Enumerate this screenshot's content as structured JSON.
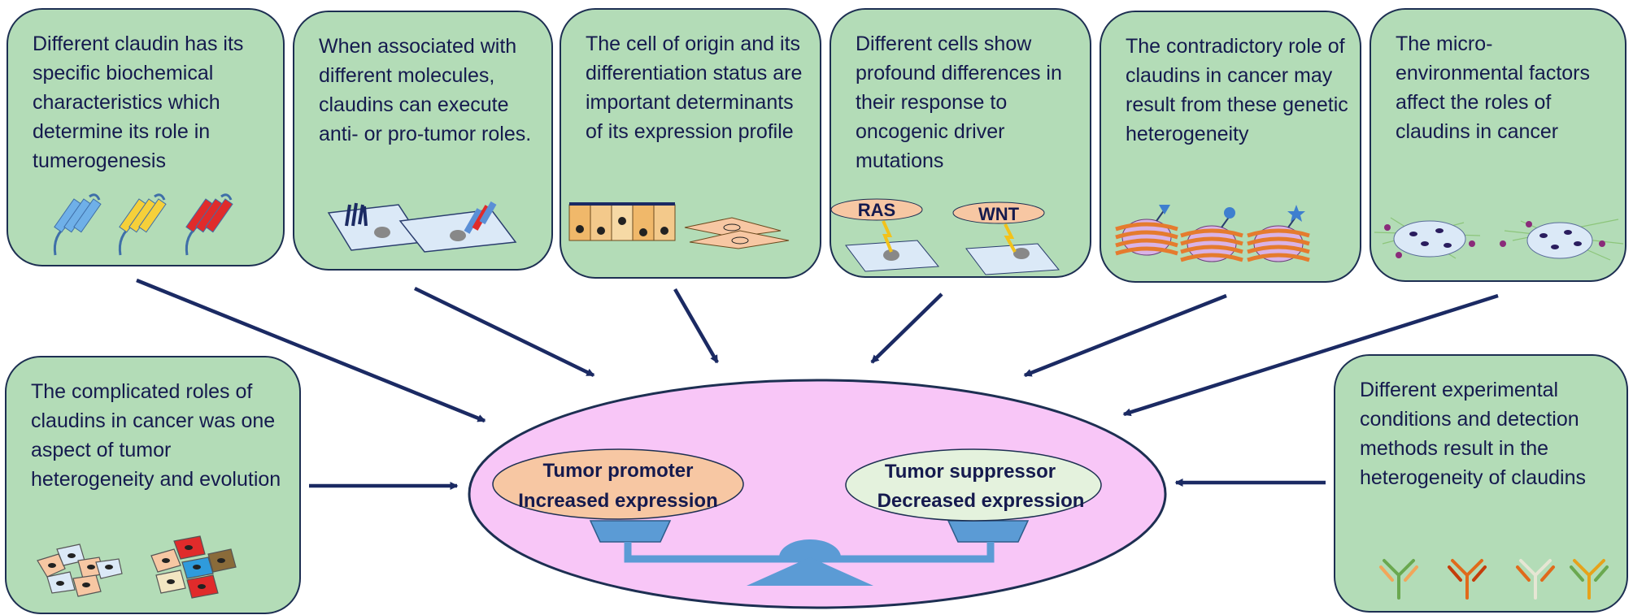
{
  "boxes": {
    "b1": {
      "text": "Different claudin has its specific biochemical characteristics which determine its role in tumerogenesis"
    },
    "b2": {
      "text": "When associated with different molecules, claudins can execute anti- or pro-tumor roles."
    },
    "b3": {
      "text": "The cell of origin and its differentiation status are important determinants of its expression profile"
    },
    "b4": {
      "text": "Different cells show profound differences in their response to oncogenic driver mutations"
    },
    "b5": {
      "text": "The contradictory role of claudins in cancer may result from these genetic heterogeneity"
    },
    "b6": {
      "text": "The micro-environmental factors affect the roles of claudins in cancer"
    },
    "b7": {
      "text": "The complicated roles of claudins in cancer was one aspect of tumor heterogeneity  and evolution"
    },
    "b8": {
      "text": "Different experimental conditions and detection methods result in the heterogeneity of claudins"
    }
  },
  "labels": {
    "ras": "RAS",
    "wnt": "WNT"
  },
  "center": {
    "promoter_line1": "Tumor promoter",
    "promoter_line2": "Increased expression",
    "suppressor_line1": "Tumor suppressor",
    "suppressor_line2": "Decreased expression"
  },
  "colors": {
    "box_fill": "#b3dcb7",
    "box_border": "#1d2f52",
    "text": "#151a4e",
    "arrow": "#1b2a63",
    "ellipse_fill": "#f8c6f7",
    "promoter_fill": "#f7c7a3",
    "suppressor_fill": "#e4f2dd",
    "balance": "#5b9bd5"
  }
}
